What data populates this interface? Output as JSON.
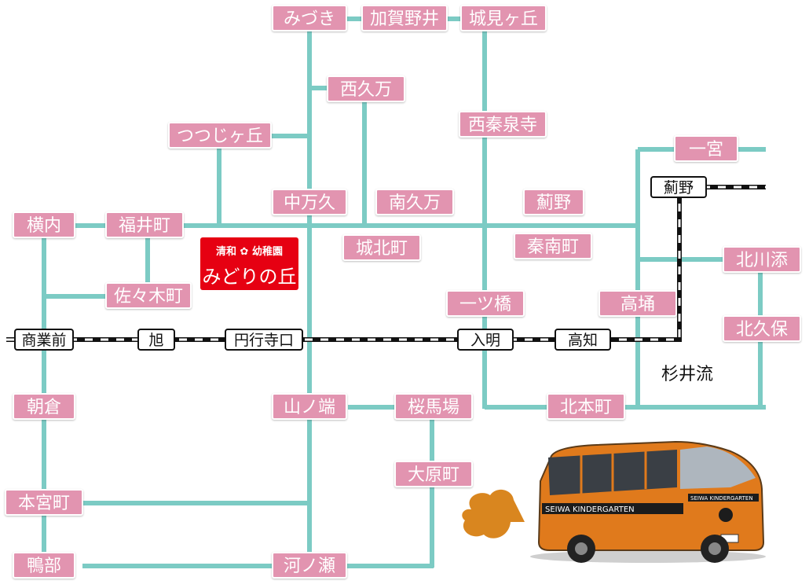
{
  "colors": {
    "route": "#7ccbc4",
    "stop_label": "#e294b0",
    "rail": "#111111",
    "logo_bg": "#e60012",
    "bus_body": "#e07a1c",
    "speech_bubble": "#d9861f"
  },
  "stops": {
    "mizuki": "みづき",
    "kagano_i": "加賀野井",
    "shiromigaoka": "城見ヶ丘",
    "nishikuma": "西久万",
    "saijinsenji": "西秦泉寺",
    "tsutsujigaoka": "つつじヶ丘",
    "ichinomiya": "一宮",
    "nakakuma": "中万久",
    "minamikuma": "南久万",
    "azamino_label": "薊野",
    "yokouchi": "横内",
    "fukuicho": "福井町",
    "johokucho": "城北町",
    "hadanancho": "秦南町",
    "kitakawazoe": "北川添",
    "sasakicho": "佐々木町",
    "hitotsubashi": "一ツ橋",
    "takasu": "高埇",
    "kitakubo": "北久保",
    "asakura": "朝倉",
    "yamanohana": "山ノ端",
    "sakurababa": "桜馬場",
    "kitahonmachi": "北本町",
    "oharacho": "大原町",
    "honmiyacho": "本宮町",
    "kamobe": "鴨部",
    "kawanose": "河ノ瀬"
  },
  "stations": {
    "shogyomae": "商業前",
    "asahi": "旭",
    "enkojiguchi": "円行寺口",
    "iriake": "入明",
    "kochi": "高知",
    "azamino": "薊野"
  },
  "area_label": "杉井流",
  "logo": {
    "line1": "清和",
    "line2": "幼稚園",
    "name": "みどりの丘"
  },
  "bus": {
    "side_text": "SEIWA KINDERGARTEN",
    "front_text": "SEIWA KINDERGARTEN"
  }
}
